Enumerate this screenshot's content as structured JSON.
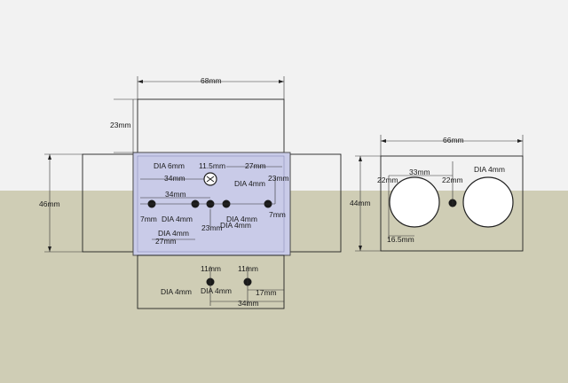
{
  "colors": {
    "sky": "#f2f2f2",
    "ground": "#cfcdb5",
    "panel_face": "#ffffff",
    "selected_face": "#c9cbe8",
    "edge": "#222222",
    "hole_fill": "#1a1a1a"
  },
  "unfolded_box": {
    "dim_top_width": "68mm",
    "dim_top_flap_height": "23mm",
    "dim_side_height": "46mm",
    "center": {
      "dia_6mm": "DIA 6mm",
      "d_11_5mm": "11.5mm",
      "d_27mm_top": "27mm",
      "d_34mm_upper": "34mm",
      "dia_4mm_right_top": "DIA 4mm",
      "d_23mm_right": "23mm",
      "d_34mm_lower": "34mm",
      "d_7mm_left": "7mm",
      "dia_4mm_a": "DIA 4mm",
      "dia_4mm_b": "DIA 4mm",
      "dia_4mm_c": "DIA 4mm",
      "dia_4mm_d": "DIA 4mm",
      "d_23mm_mid": "23mm",
      "d_7mm_right": "7mm",
      "d_27mm_bottom": "27mm"
    },
    "bottom": {
      "d_11mm_left": "11mm",
      "d_11mm_right": "11mm",
      "dia_4mm_left": "DIA 4mm",
      "dia_4mm_right": "DIA 4mm",
      "d_17mm": "17mm",
      "d_34mm": "34mm"
    }
  },
  "front_panel": {
    "dim_width": "66mm",
    "dim_height": "44mm",
    "dim_33mm": "33mm",
    "dim_22mm_left": "22mm",
    "dim_22mm_right": "22mm",
    "dia_4mm": "DIA 4mm",
    "dim_16_5mm": "16.5mm"
  }
}
